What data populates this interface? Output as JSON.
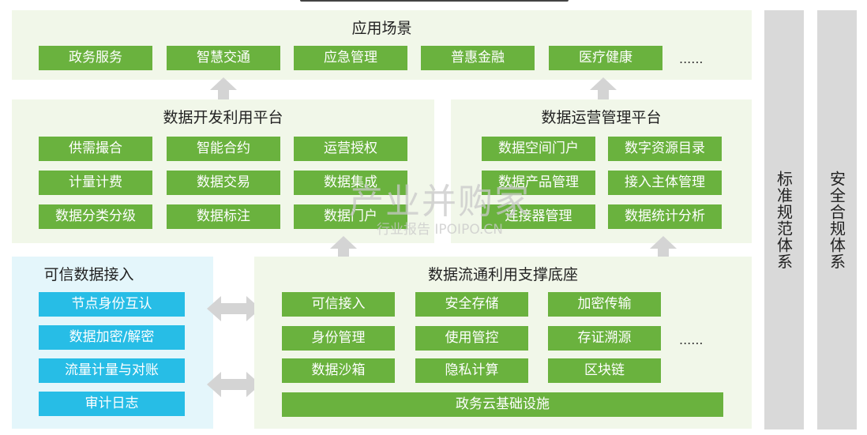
{
  "top_partial_title": "…",
  "app": {
    "title": "应用场景",
    "items": [
      "政务服务",
      "智慧交通",
      "应急管理",
      "普惠金融",
      "医疗健康"
    ],
    "more": "......"
  },
  "dev_platform": {
    "title": "数据开发利用平台",
    "items": [
      "供需撮合",
      "智能合约",
      "运营授权",
      "计量计费",
      "数据交易",
      "数据集成",
      "数据分类分级",
      "数据标注",
      "数据门户"
    ]
  },
  "ops_platform": {
    "title": "数据运营管理平台",
    "items": [
      "数据空间门户",
      "数字资源目录",
      "数据产品管理",
      "接入主体管理",
      "连接器管理",
      "数据统计分析"
    ]
  },
  "trusted_access": {
    "title": "可信数据接入",
    "items": [
      "节点身份互认",
      "数据加密/解密",
      "流量计量与对账",
      "审计日志"
    ]
  },
  "base": {
    "title": "数据流通利用支撑底座",
    "items": [
      "可信接入",
      "安全存储",
      "加密传输",
      "身份管理",
      "使用管控",
      "存证溯源",
      "数据沙箱",
      "隐私计算",
      "区块链"
    ],
    "more": "......",
    "footer": "政务云基础设施"
  },
  "side": {
    "standards": "标准规范体系",
    "security": "安全合规体系"
  },
  "watermark": {
    "main": "产业并购家",
    "sub": "行业报告 IPOIPO.CN"
  },
  "colors": {
    "green_button": "#6ab23e",
    "blue_button": "#27bde6",
    "panel_bg": "#f1f7e9",
    "blue_panel_bg": "#e4f6fb",
    "side_bar": "#d9d9d9"
  }
}
